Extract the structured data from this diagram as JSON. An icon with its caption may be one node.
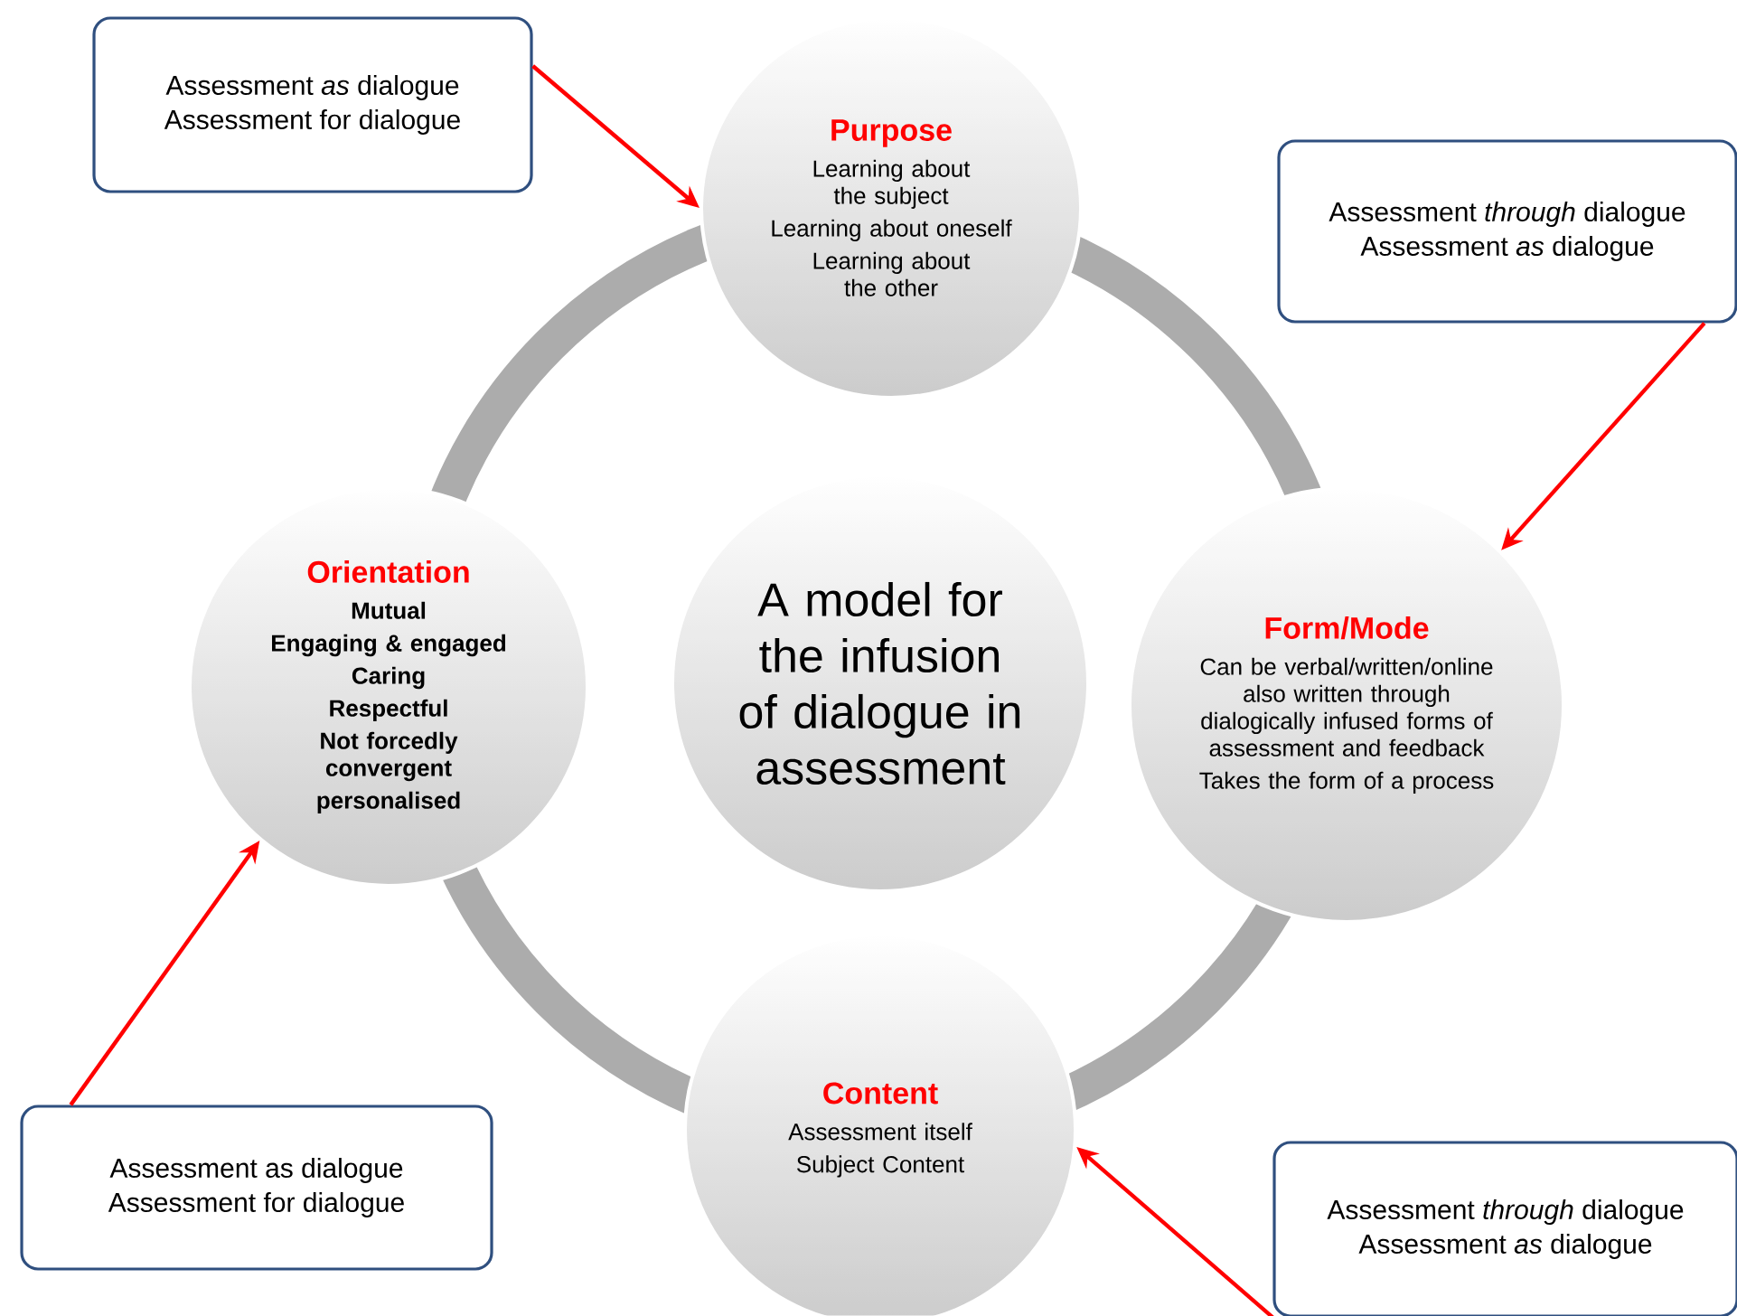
{
  "diagram": {
    "nodes": [
      {
        "text": [
          "Assessment *as* dialogue",
          "Assessment for dialogue"
        ]
      },
      {
        "text": [
          "Purpose",
          "Learning about the subject",
          "Learning about oneself",
          "Learning about the other"
        ]
      },
      {
        "text": [
          "Assessment *through* dialogue",
          "Assessment *as* dialogue"
        ]
      },
      {
        "text": [
          "Orientation",
          "Mutual",
          "Engaging & engaged",
          "Caring",
          "Respectful",
          "Not forcedly convergent",
          "personalised"
        ]
      },
      {
        "text": [
          "A model for the infusion of dialogue in assessment"
        ]
      },
      {
        "text": [
          "Form/Mode",
          "Can be verbal/written/online also written through dialogically infused forms of assessment and feedback",
          "Takes the form of a process"
        ]
      },
      {
        "text": [
          "Assessment as dialogue",
          "Assessment for dialogue"
        ]
      },
      {
        "text": [
          "Content",
          "Assessment itself",
          "Subject Content"
        ]
      },
      {
        "text": [
          "Assessment *through* dialogue",
          "Assessment *as* dialogue"
        ]
      }
    ],
    "edges": [
      {
        "from": 0,
        "to": 1,
        "arrow": "to"
      },
      {
        "from": 2,
        "to": 5,
        "arrow": "to"
      },
      {
        "from": 6,
        "to": 3,
        "arrow": "to"
      },
      {
        "from": 8,
        "to": 7,
        "arrow": "to"
      }
    ]
  }
}
